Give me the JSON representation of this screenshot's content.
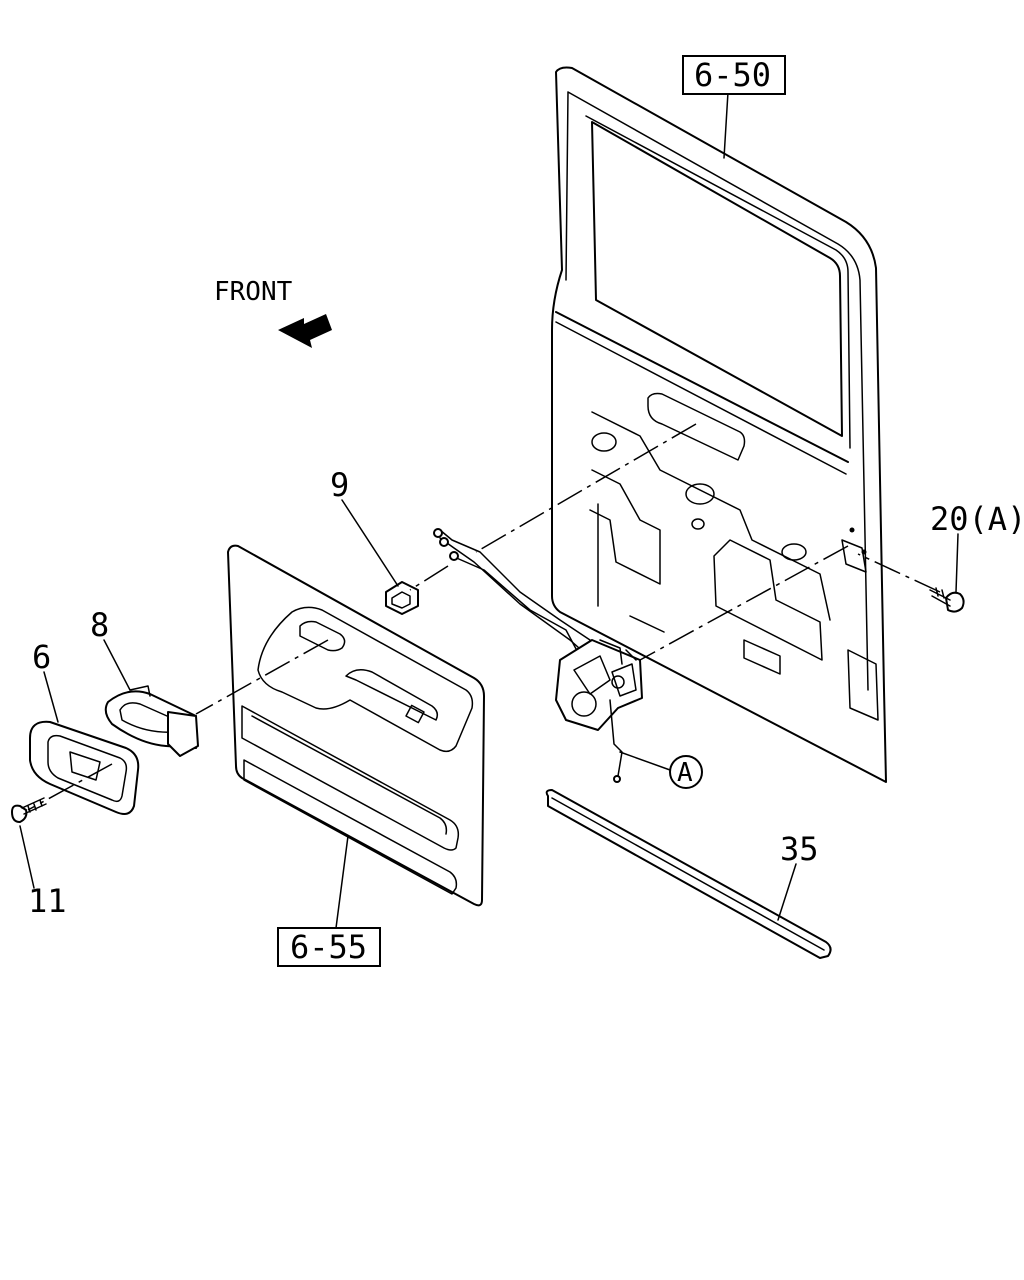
{
  "direction_label": "FRONT",
  "callouts": {
    "door_ref": "6-50",
    "trim_ref": "6-55",
    "part_9": "9",
    "part_8": "8",
    "part_6": "6",
    "part_11": "11",
    "part_20": "20(A)",
    "part_35": "35",
    "circle_a": "A"
  },
  "icons": [
    "front-arrow-icon"
  ]
}
